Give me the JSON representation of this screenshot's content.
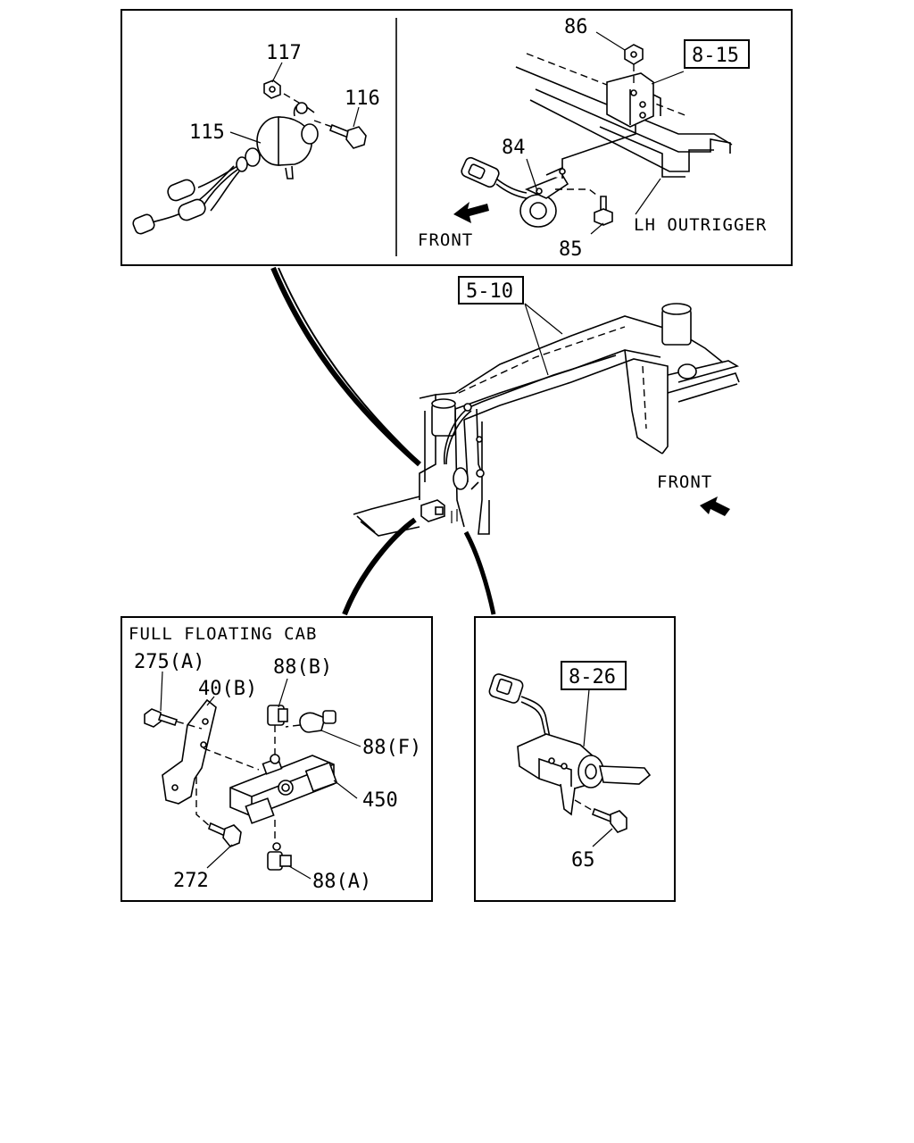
{
  "top_panel": {
    "left_labels": {
      "p117": "117",
      "p116": "116",
      "p115": "115"
    },
    "right_labels": {
      "p86": "86",
      "ref": "8-15",
      "p84": "84",
      "p85": "85",
      "front": "FRONT",
      "outrigger": "LH OUTRIGGER"
    }
  },
  "main_view": {
    "ref": "5-10",
    "front": "FRONT"
  },
  "bottom_left_panel": {
    "title": "FULL FLOATING CAB",
    "labels": {
      "p275a": "275(A)",
      "p40b": "40(B)",
      "p88b": "88(B)",
      "p88f": "88(F)",
      "p450": "450",
      "p272": "272",
      "p88a": "88(A)"
    }
  },
  "bottom_right_panel": {
    "labels": {
      "ref": "8-26",
      "p65": "65"
    }
  },
  "icons": [
    "front-arrow-icon",
    "connector-icon",
    "sensor-icon",
    "bolt-icon",
    "nut-icon",
    "valve-icon"
  ]
}
